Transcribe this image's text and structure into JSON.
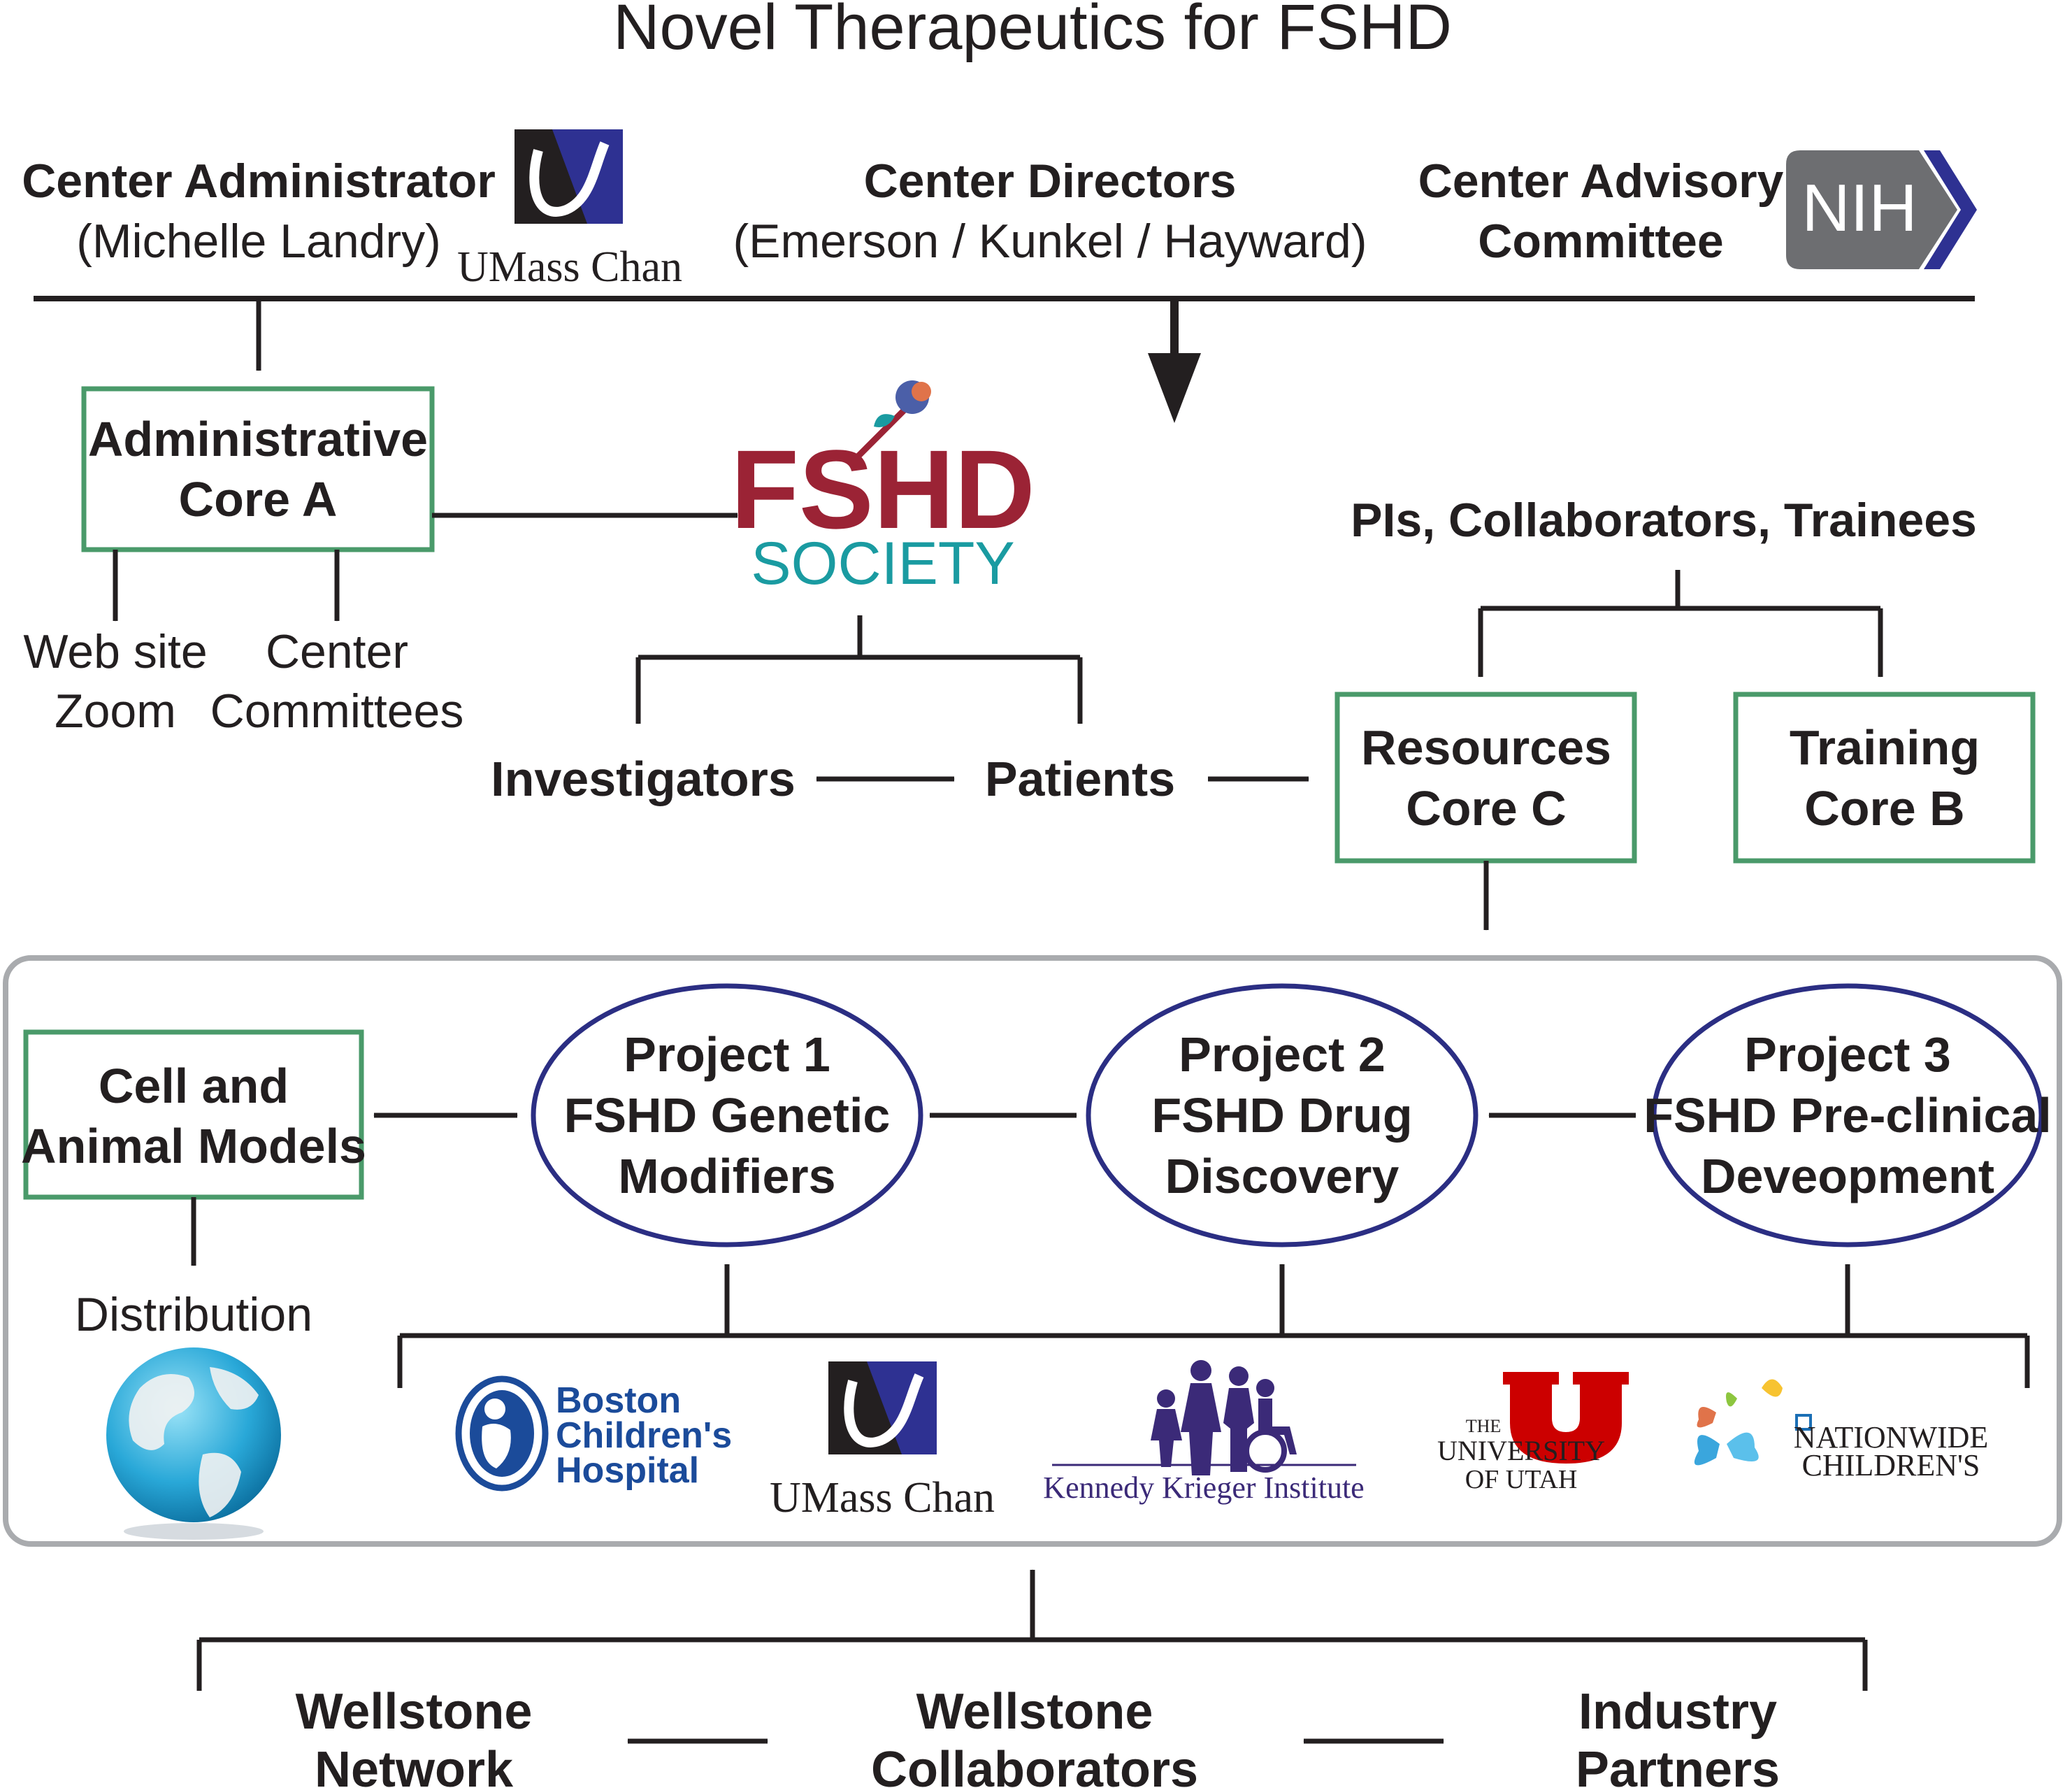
{
  "title": "Novel Therapeutics for FSHD",
  "colors": {
    "text": "#231f20",
    "box_border": "#4a9a6a",
    "ellipse_border": "#2b2e83",
    "outer_border": "#a9abae",
    "fshd_red": "#9b2335",
    "fshd_teal": "#1a9ba1",
    "umass_blue": "#2e3192",
    "nih_gray": "#6d6e71",
    "utah_red": "#cc0000",
    "boston_blue": "#1b4b9a",
    "kennedy_purple": "#3b2a78"
  },
  "leadership": {
    "administrator_title": "Center Administrator",
    "administrator_name": "(Michelle Landry)",
    "directors_title": "Center Directors",
    "directors_names": "(Emerson / Kunkel / Hayward)",
    "advisory_title_line1": "Center Advisory",
    "advisory_title_line2": "Committee"
  },
  "logos": {
    "umass_text": "UMass Chan",
    "nih_text": "NIH",
    "fshd_line1": "FSHD",
    "fshd_line2": "SOCIETY",
    "boston_line1": "Boston",
    "boston_line2": "Children's",
    "boston_line3": "Hospital",
    "kennedy_text": "Kennedy Krieger Institute",
    "utah_line1": "THE",
    "utah_line2": "UNIVERSITY",
    "utah_line3": "OF UTAH",
    "nationwide_line1": "NATIONWIDE",
    "nationwide_line2": "CHILDREN'S"
  },
  "admin_core": {
    "line1": "Administrative",
    "line2": "Core A"
  },
  "admin_outputs": {
    "left_line1": "Web site",
    "left_line2": "Zoom",
    "right_line1": "Center",
    "right_line2": "Committees"
  },
  "society_outputs": {
    "investigators": "Investigators",
    "patients": "Patients"
  },
  "trainees_label": "PIs, Collaborators, Trainees",
  "resources_core": {
    "line1": "Resources",
    "line2": "Core C"
  },
  "training_core": {
    "line1": "Training",
    "line2": "Core B"
  },
  "models_box": {
    "line1": "Cell and",
    "line2": "Animal Models"
  },
  "distribution_label": "Distribution",
  "projects": [
    {
      "line1": "Project 1",
      "line2": "FSHD Genetic",
      "line3": "Modifiers"
    },
    {
      "line1": "Project 2",
      "line2": "FSHD Drug",
      "line3": "Discovery"
    },
    {
      "line1": "Project 3",
      "line2": "FSHD Pre-clinical",
      "line3": "Deveopment"
    }
  ],
  "bottom": {
    "network_line1": "Wellstone",
    "network_line2": "Network",
    "collab_line1": "Wellstone",
    "collab_line2": "Collaborators",
    "industry_line1": "Industry",
    "industry_line2": "Partners"
  }
}
